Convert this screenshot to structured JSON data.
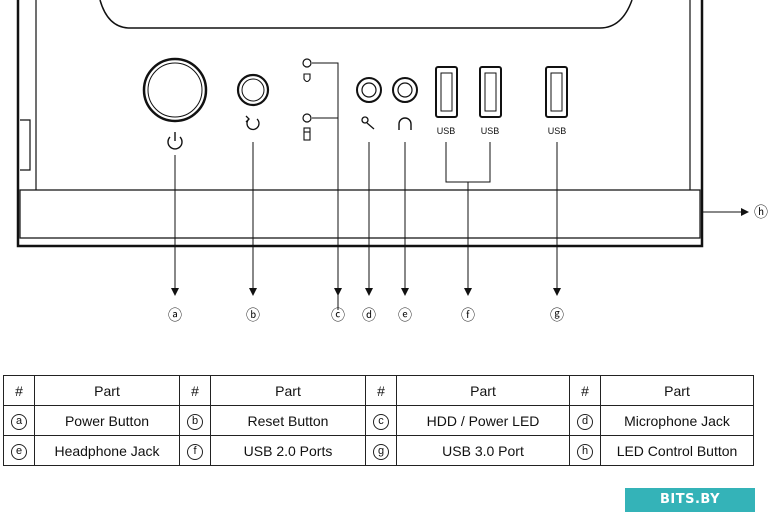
{
  "callouts": {
    "a": "ⓐ",
    "b": "ⓑ",
    "c": "ⓒ",
    "d": "ⓓ",
    "e": "ⓔ",
    "f": "ⓕ",
    "g": "ⓖ",
    "h": "ⓗ"
  },
  "usb_labels": [
    "USB",
    "USB",
    "USB"
  ],
  "table": {
    "headers": [
      "#",
      "Part",
      "#",
      "Part",
      "#",
      "Part",
      "#",
      "Part"
    ],
    "rows": [
      [
        {
          "num": "a",
          "part": "Power Button"
        },
        {
          "num": "b",
          "part": "Reset Button"
        },
        {
          "num": "c",
          "part": "HDD / Power LED"
        },
        {
          "num": "d",
          "part": "Microphone Jack"
        }
      ],
      [
        {
          "num": "e",
          "part": "Headphone Jack"
        },
        {
          "num": "f",
          "part": "USB 2.0 Ports"
        },
        {
          "num": "g",
          "part": "USB 3.0 Port"
        },
        {
          "num": "h",
          "part": "LED Control Button"
        }
      ]
    ]
  },
  "watermark": "BITS.BY"
}
